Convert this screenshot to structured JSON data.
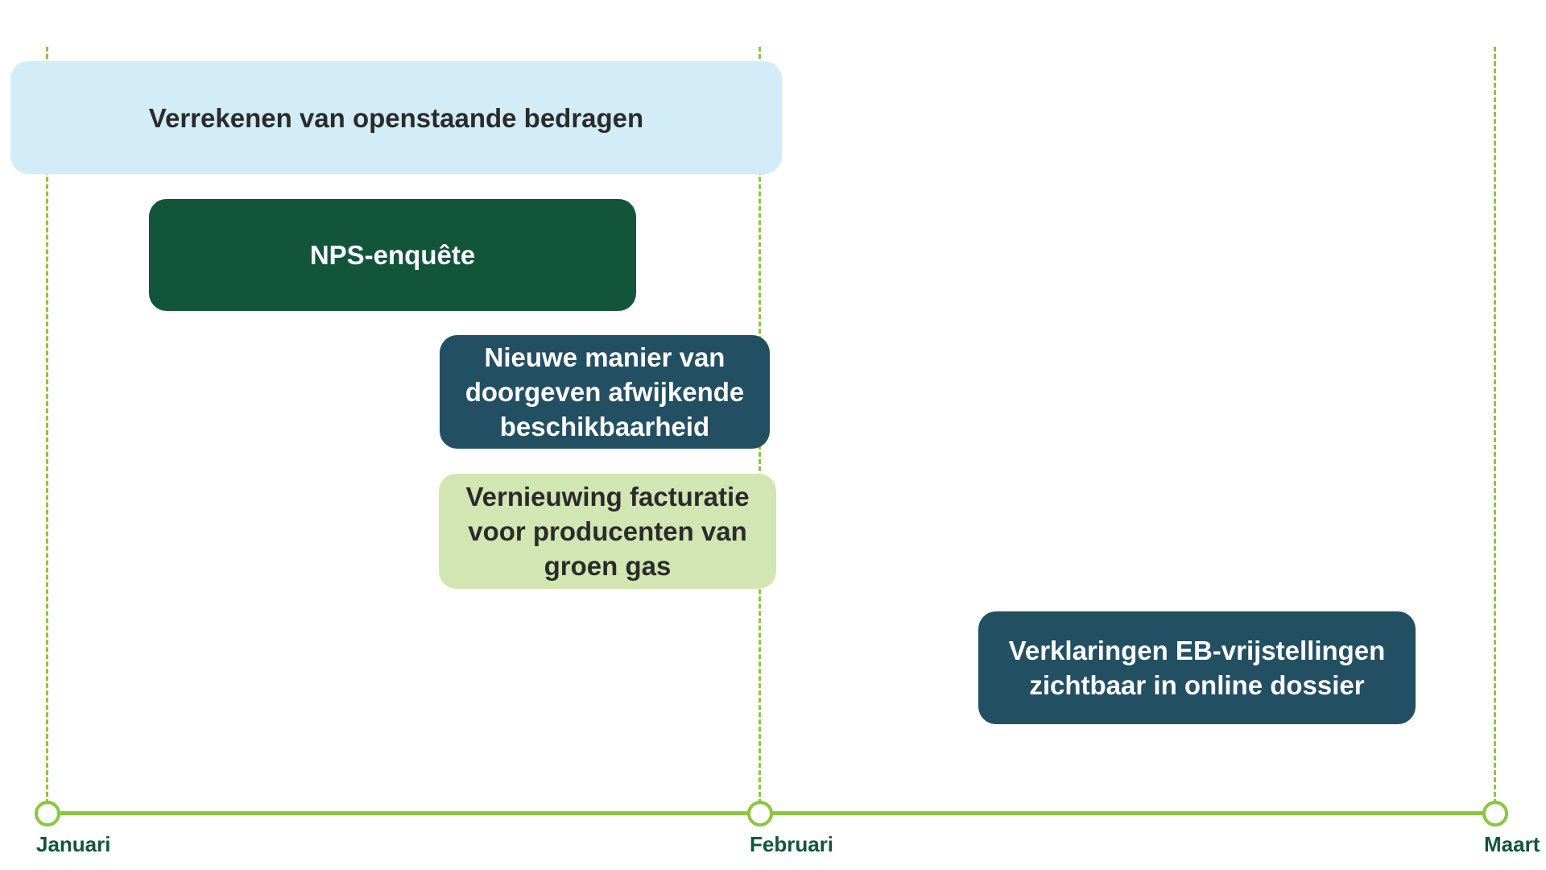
{
  "months": [
    "Januari",
    "Februari",
    "Maart"
  ],
  "items": [
    {
      "label": "Verrekenen van openstaande bedragen",
      "color": "#d3edf8",
      "text_color": "#2b2b2b"
    },
    {
      "label": "NPS-enquête",
      "color": "#13553a",
      "text_color": "#ffffff"
    },
    {
      "label": "Nieuwe manier van doorgeven afwijkende beschikbaarheid",
      "color": "#234f63",
      "text_color": "#ffffff"
    },
    {
      "label": "Vernieuwing facturatie voor producenten van groen gas",
      "color": "#d1e6b2",
      "text_color": "#2b2b2b"
    },
    {
      "label": "Verklaringen EB-vrijstellingen zichtbaar in online dossier",
      "color": "#234f63",
      "text_color": "#ffffff"
    }
  ],
  "accent": "#8cc63f"
}
